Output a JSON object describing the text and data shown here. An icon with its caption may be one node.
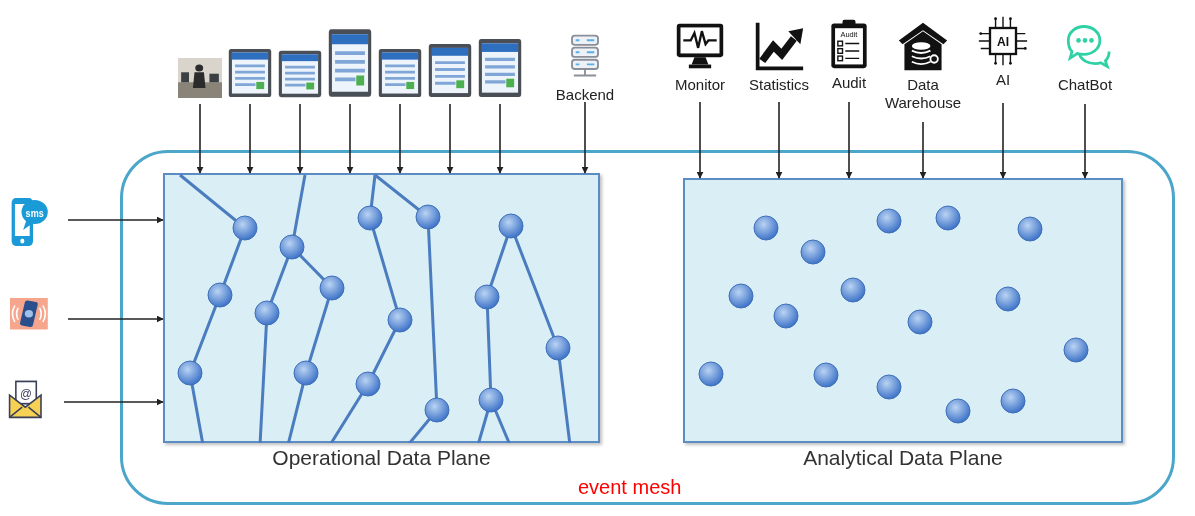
{
  "diagram": {
    "nodes": [
      {
        "text": [
          "event mesh"
        ]
      },
      {
        "text": [
          "Operational Data Plane"
        ],
        "in": 0
      },
      {
        "text": [
          "Analytical Data Plane"
        ],
        "in": 0
      },
      {
        "text": [],
        "shape": "picture"
      },
      {
        "text": [],
        "shape": "picture"
      },
      {
        "text": [],
        "shape": "picture"
      },
      {
        "text": [],
        "shape": "picture"
      },
      {
        "text": [],
        "shape": "picture"
      },
      {
        "text": [],
        "shape": "picture"
      },
      {
        "text": [],
        "shape": "picture"
      },
      {
        "text": [
          "Backend"
        ]
      },
      {
        "text": [
          "Monitor"
        ]
      },
      {
        "text": [
          "Statistics"
        ]
      },
      {
        "text": [
          "Audit"
        ]
      },
      {
        "text": [
          "Data Warehouse"
        ]
      },
      {
        "text": [
          "AI"
        ]
      },
      {
        "text": [
          "ChatBot"
        ]
      },
      {
        "text": [],
        "shape": "picture"
      },
      {
        "text": [],
        "shape": "picture"
      },
      {
        "text": [],
        "shape": "picture"
      }
    ],
    "edges": [
      {
        "from": 3,
        "to": 1,
        "arrow": "to"
      },
      {
        "from": 4,
        "to": 1,
        "arrow": "to"
      },
      {
        "from": 5,
        "to": 1,
        "arrow": "to"
      },
      {
        "from": 6,
        "to": 1,
        "arrow": "to"
      },
      {
        "from": 7,
        "to": 1,
        "arrow": "to"
      },
      {
        "from": 8,
        "to": 1,
        "arrow": "to"
      },
      {
        "from": 9,
        "to": 1,
        "arrow": "to"
      },
      {
        "from": 10,
        "to": 1,
        "arrow": "to"
      },
      {
        "from": 11,
        "to": 2,
        "arrow": "to"
      },
      {
        "from": 12,
        "to": 2,
        "arrow": "to"
      },
      {
        "from": 13,
        "to": 2,
        "arrow": "to"
      },
      {
        "from": 14,
        "to": 2,
        "arrow": "to"
      },
      {
        "from": 15,
        "to": 2,
        "arrow": "to"
      },
      {
        "from": 16,
        "to": 2,
        "arrow": "to"
      },
      {
        "from": 17,
        "to": 1,
        "arrow": "to"
      },
      {
        "from": 18,
        "to": 1,
        "arrow": "to"
      },
      {
        "from": 19,
        "to": 1,
        "arrow": "to"
      }
    ],
    "labels": [
      "Audit",
      "AI",
      "sms",
      "@"
    ]
  }
}
